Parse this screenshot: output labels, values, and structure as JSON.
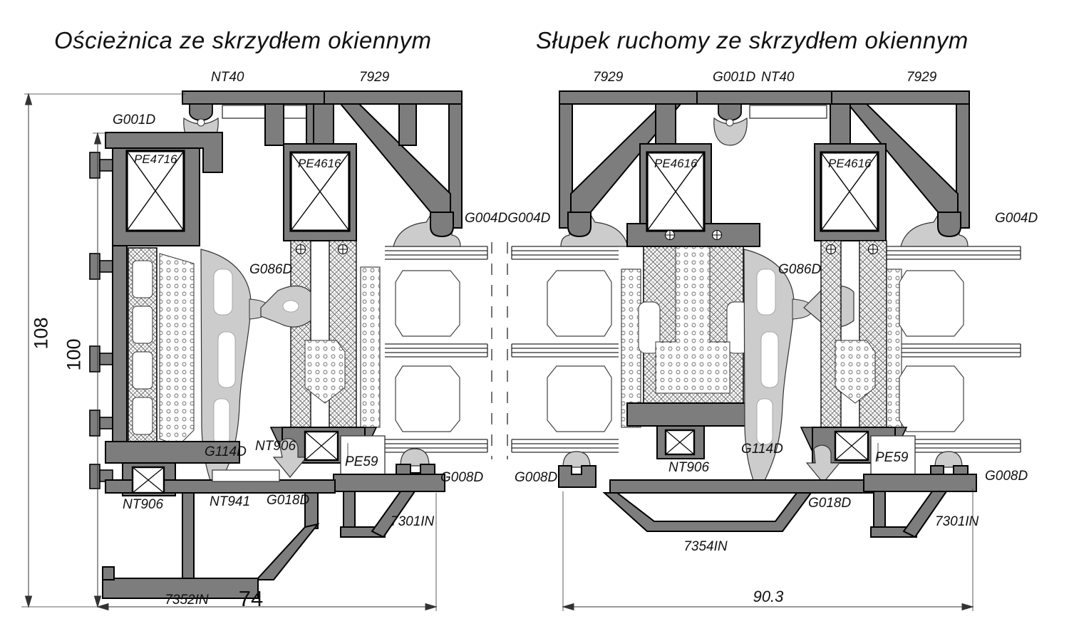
{
  "titles": {
    "left": "Ościeżnica ze skrzydłem okiennym",
    "right": "Słupek ruchomy ze skrzydłem okiennym"
  },
  "left_section": {
    "labels": {
      "nt40": "NT40",
      "p7929": "7929",
      "g001d": "G001D",
      "pe4716": "PE4716",
      "pe4616": "PE4616",
      "g004d_pair": "G004DG004D",
      "g086d": "G086D",
      "g114d": "G114D",
      "nt906_sash": "NT906",
      "nt906_frame": "NT906",
      "nt941": "NT941",
      "g018d": "G018D",
      "pe59": "PE59",
      "g008d": "G008D",
      "p7301in": "7301IN",
      "p7352in": "7352IN"
    },
    "dimensions": {
      "overall_height": "108",
      "frame_height": "100",
      "depth": "74"
    }
  },
  "right_section": {
    "labels": {
      "p7929_left": "7929",
      "g001d": "G001D",
      "nt40": "NT40",
      "p7929_right": "7929",
      "pe4616_left": "PE4616",
      "pe4616_right": "PE4616",
      "g004d": "G004D",
      "g086d": "G086D",
      "g008d_left": "G008D",
      "nt906_mullion": "NT906",
      "g114d": "G114D",
      "g018d": "G018D",
      "pe59": "PE59",
      "g008d_right": "G008D",
      "p7301in": "7301IN",
      "p7354in": "7354IN"
    },
    "dimensions": {
      "depth": "90.3"
    }
  },
  "colors": {
    "profile_fill": "#7d7d7d",
    "gasket_fill": "#cccccc",
    "outline": "#000000",
    "dimension_lines": "#333333",
    "background": "#ffffff"
  }
}
